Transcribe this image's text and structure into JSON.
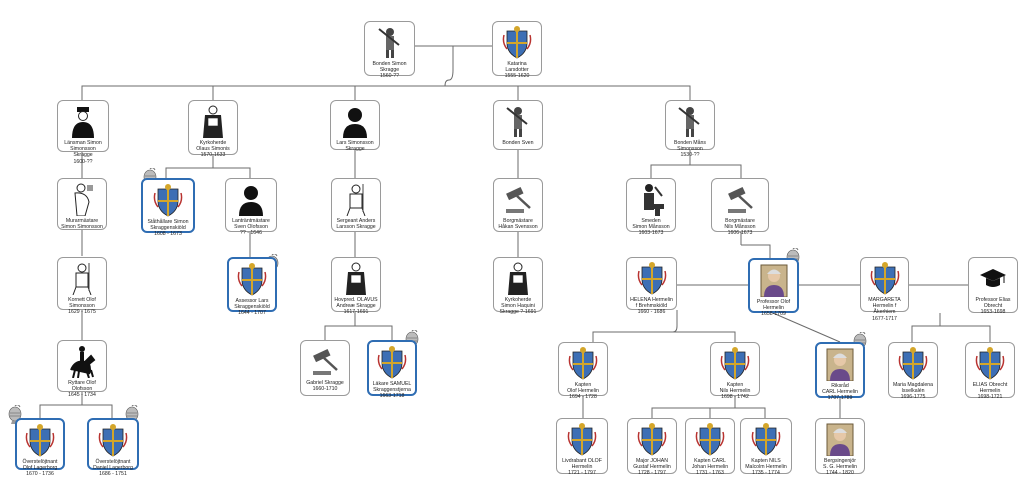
{
  "nodes": [
    {
      "id": "simon",
      "lines": [
        "Bonden Simon",
        "Skragge",
        "1560-??"
      ],
      "icon": "farmer-icon"
    },
    {
      "id": "katarina",
      "lines": [
        "Katarina",
        "Larsdotter",
        "1555-1620"
      ],
      "icon": "coat-of-arms-icon"
    },
    {
      "id": "lansman",
      "lines": [
        "Länsman Simon",
        "Simonsson Skragge",
        "1600-??"
      ],
      "icon": "policeman-icon"
    },
    {
      "id": "kyrkoherde",
      "lines": [
        "Kyrkoherde",
        "Olaus Simonis",
        "1570-1633"
      ],
      "icon": "priest-icon"
    },
    {
      "id": "lars",
      "lines": [
        "Lars Simonsson",
        "Skragge"
      ],
      "icon": "silhouette-icon"
    },
    {
      "id": "sven",
      "lines": [
        "Bonden Sven"
      ],
      "icon": "farmer-icon"
    },
    {
      "id": "mans",
      "lines": [
        "Bonden Måns",
        "Simonsson",
        "1530-??"
      ],
      "icon": "farmer-icon"
    },
    {
      "id": "murarmastare",
      "lines": [
        "Murarmästare",
        "Simon Simonsson"
      ],
      "icon": "mason-icon"
    },
    {
      "id": "stathallare",
      "lines": [
        "Ståthållare Simon",
        "Skraggenskiöld",
        "1608 - 1673"
      ],
      "icon": "coat-of-arms-icon"
    },
    {
      "id": "lantrantmastare",
      "lines": [
        "Lanträntmästare",
        "Sven Olofsson",
        "?? - 1646"
      ],
      "icon": "silhouette-icon"
    },
    {
      "id": "sergeant",
      "lines": [
        "Sergeant Anders",
        "Larsson Skragge"
      ],
      "icon": "soldier-icon"
    },
    {
      "id": "borgmastare_hakan",
      "lines": [
        "Borgmästare",
        "Håkan Svensson"
      ],
      "icon": "gavel-icon"
    },
    {
      "id": "smeden",
      "lines": [
        "Smeden",
        "Simon Månsson",
        "1603-1673"
      ],
      "icon": "blacksmith-icon"
    },
    {
      "id": "borgmastare_nils",
      "lines": [
        "Borgmästare",
        "Nils Månsson",
        "1606-1673"
      ],
      "icon": "gavel-icon"
    },
    {
      "id": "kornett",
      "lines": [
        "Kornett Olof",
        "Simonsson",
        "1629 - 1675"
      ],
      "icon": "soldier-icon"
    },
    {
      "id": "assessor",
      "lines": [
        "Assessor Lars",
        "Skraggenskiöld",
        "1644 - 1707"
      ],
      "icon": "coat-of-arms-icon"
    },
    {
      "id": "hovpred",
      "lines": [
        "Hovpred. OLAVUS",
        "Andreæ Skragge",
        "1617-1691"
      ],
      "icon": "priest-icon"
    },
    {
      "id": "kyrkoherde_simon",
      "lines": [
        "Kyrkoherde",
        "Simon Haquini",
        "Skragge ?-1691"
      ],
      "icon": "priest-icon"
    },
    {
      "id": "helena",
      "lines": [
        "HELENA Hermelin",
        "f Brehmskiöld",
        "1660 - 1686"
      ],
      "icon": "coat-of-arms-icon"
    },
    {
      "id": "olof_prof",
      "lines": [
        "Professor Olof",
        "Hermelin",
        "1658-1709"
      ],
      "icon": "portrait-icon"
    },
    {
      "id": "margareta",
      "lines": [
        "MARGARETA",
        "Hermelin f Åkerhiem",
        "1677-1717"
      ],
      "icon": "coat-of-arms-icon"
    },
    {
      "id": "elias_prof",
      "lines": [
        "Professor Elias",
        "Obrecht",
        "1653-1698"
      ],
      "icon": "graduation-cap-icon"
    },
    {
      "id": "ryttare",
      "lines": [
        "Ryttare Olof",
        "Olofsson",
        "1645 - 1734"
      ],
      "icon": "horse-rider-icon"
    },
    {
      "id": "gabriel",
      "lines": [
        "Gabriel Skragge",
        "1660-1710"
      ],
      "icon": "gavel-icon"
    },
    {
      "id": "samuel",
      "lines": [
        "Läkare SAMUEL",
        "Skraggenstjerna",
        "1663-1718"
      ],
      "icon": "coat-of-arms-icon"
    },
    {
      "id": "kapten_olof",
      "lines": [
        "Kapten",
        "Olof Hermelin",
        "1694 - 1728"
      ],
      "icon": "coat-of-arms-icon"
    },
    {
      "id": "kapten_nils",
      "lines": [
        "Kapten",
        "Nils Hermelin",
        "1698 - 1742"
      ],
      "icon": "coat-of-arms-icon"
    },
    {
      "id": "riksrad",
      "lines": [
        "Riksråd",
        "CARL Hermelin",
        "1707-1789"
      ],
      "icon": "portrait-icon"
    },
    {
      "id": "maria",
      "lines": [
        "Maria Magdalena",
        "Isselkalén",
        "1696-1775"
      ],
      "icon": "coat-of-arms-icon"
    },
    {
      "id": "elias_obrecht",
      "lines": [
        "ELIAS Obrecht",
        "Hermelin",
        "1698-1721"
      ],
      "icon": "coat-of-arms-icon"
    },
    {
      "id": "overste_olof",
      "lines": [
        "Överstelöjtnant",
        "Olof Lagerborg",
        "1670 - 1736"
      ],
      "icon": "coat-of-arms-icon"
    },
    {
      "id": "overste_daniel",
      "lines": [
        "Överstelöjtnant",
        "Daniel Lagerborg",
        "1686 - 1751"
      ],
      "icon": "coat-of-arms-icon"
    },
    {
      "id": "livdrabant",
      "lines": [
        "Livdrabant OLOF",
        "Hermelin",
        "1721 - 1797"
      ],
      "icon": "coat-of-arms-icon"
    },
    {
      "id": "major_johan",
      "lines": [
        "Major JOHAN",
        "Gustaf Hermelin",
        "1728 - 1797"
      ],
      "icon": "coat-of-arms-icon"
    },
    {
      "id": "kapten_carl",
      "lines": [
        "Kapten CARL",
        "Johan Hermelin",
        "1731 - 1763"
      ],
      "icon": "coat-of-arms-icon"
    },
    {
      "id": "kapten_nils2",
      "lines": [
        "Kapten NILS",
        "Malcolm Hermelin",
        "1735 - 1774"
      ],
      "icon": "coat-of-arms-icon"
    },
    {
      "id": "bergsingenjor",
      "lines": [
        "Bergsingenjör",
        "S. G. Hermelin",
        "1744 - 1820"
      ],
      "icon": "portrait-icon"
    }
  ],
  "colors": {
    "line": "#6b6b6b",
    "noble_border": "#2f6db3",
    "shield_blue": "#3d6fb5",
    "shield_gold": "#d4a62a",
    "shield_red": "#b8322f"
  }
}
